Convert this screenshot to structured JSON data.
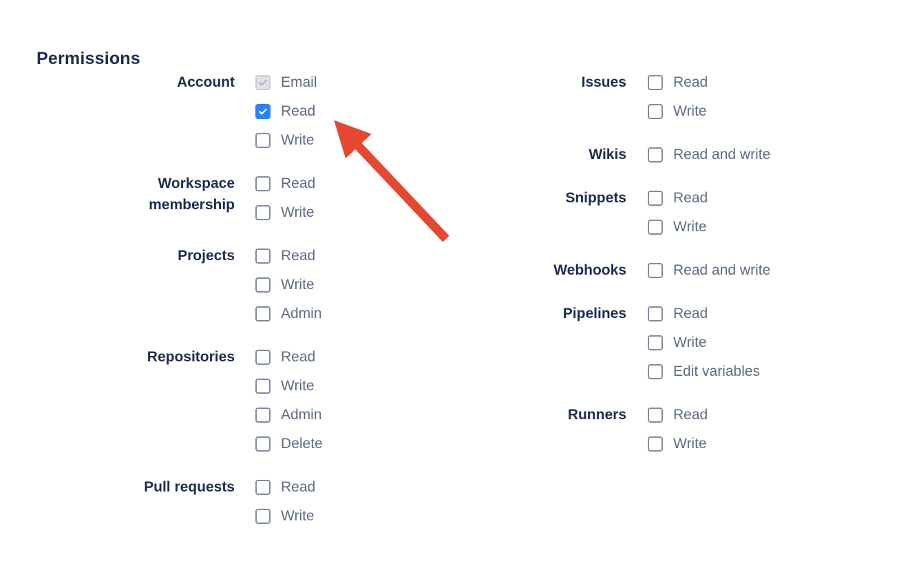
{
  "title": "Permissions",
  "colors": {
    "heading": "#1D2D50",
    "group_label": "#1D2D50",
    "option_label": "#5D6C84",
    "checkbox_border": "#7F8BA0",
    "checkbox_checked_bg": "#2684FF",
    "checkbox_disabled_bg": "#DFE1E6",
    "checkbox_disabled_check": "#AEB6C2",
    "arrow": "#E5472F"
  },
  "columns": {
    "left": [
      {
        "label": "Account",
        "options": [
          {
            "label": "Email",
            "state": "disabled-checked"
          },
          {
            "label": "Read",
            "state": "checked"
          },
          {
            "label": "Write",
            "state": "unchecked"
          }
        ]
      },
      {
        "label": "Workspace membership",
        "options": [
          {
            "label": "Read",
            "state": "unchecked"
          },
          {
            "label": "Write",
            "state": "unchecked"
          }
        ]
      },
      {
        "label": "Projects",
        "options": [
          {
            "label": "Read",
            "state": "unchecked"
          },
          {
            "label": "Write",
            "state": "unchecked"
          },
          {
            "label": "Admin",
            "state": "unchecked"
          }
        ]
      },
      {
        "label": "Repositories",
        "options": [
          {
            "label": "Read",
            "state": "unchecked"
          },
          {
            "label": "Write",
            "state": "unchecked"
          },
          {
            "label": "Admin",
            "state": "unchecked"
          },
          {
            "label": "Delete",
            "state": "unchecked"
          }
        ]
      },
      {
        "label": "Pull requests",
        "options": [
          {
            "label": "Read",
            "state": "unchecked"
          },
          {
            "label": "Write",
            "state": "unchecked"
          }
        ]
      }
    ],
    "right": [
      {
        "label": "Issues",
        "options": [
          {
            "label": "Read",
            "state": "unchecked"
          },
          {
            "label": "Write",
            "state": "unchecked"
          }
        ]
      },
      {
        "label": "Wikis",
        "options": [
          {
            "label": "Read and write",
            "state": "unchecked"
          }
        ]
      },
      {
        "label": "Snippets",
        "options": [
          {
            "label": "Read",
            "state": "unchecked"
          },
          {
            "label": "Write",
            "state": "unchecked"
          }
        ]
      },
      {
        "label": "Webhooks",
        "options": [
          {
            "label": "Read and write",
            "state": "unchecked"
          }
        ]
      },
      {
        "label": "Pipelines",
        "options": [
          {
            "label": "Read",
            "state": "unchecked"
          },
          {
            "label": "Write",
            "state": "unchecked"
          },
          {
            "label": "Edit variables",
            "state": "unchecked"
          }
        ]
      },
      {
        "label": "Runners",
        "options": [
          {
            "label": "Read",
            "state": "unchecked"
          },
          {
            "label": "Write",
            "state": "unchecked"
          }
        ]
      }
    ]
  },
  "annotation": {
    "type": "red-arrow",
    "points_at": "Account Read checkbox"
  }
}
